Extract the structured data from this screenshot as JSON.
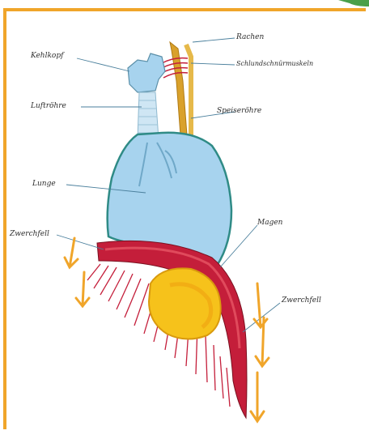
{
  "labels": {
    "rachen": "Rachen",
    "schlundmuskeln": "Schlundschnürmuskeln",
    "kehlkopf": "Kehlkopf",
    "luftroehre": "Luftröhre",
    "speiseroehre": "Speiseröhre",
    "lunge": "Lunge",
    "magen": "Magen",
    "zwerchfell_left": "Zwerchfell",
    "zwerchfell_right": "Zwerchfell"
  },
  "colors": {
    "frame": "#f0a52a",
    "corner_tab": "#4aa04a",
    "lung_fill": "#a7d3ee",
    "lung_outline": "#2f8b86",
    "trachea": "#cfe6f4",
    "esophagus": "#d9a12b",
    "diaphragm": "#c41e3a",
    "stomach": "#f6c21b",
    "arrow": "#f0a52a",
    "leader_line": "#4a7f9c"
  },
  "icons": {
    "arrows": "downward-arrow"
  }
}
